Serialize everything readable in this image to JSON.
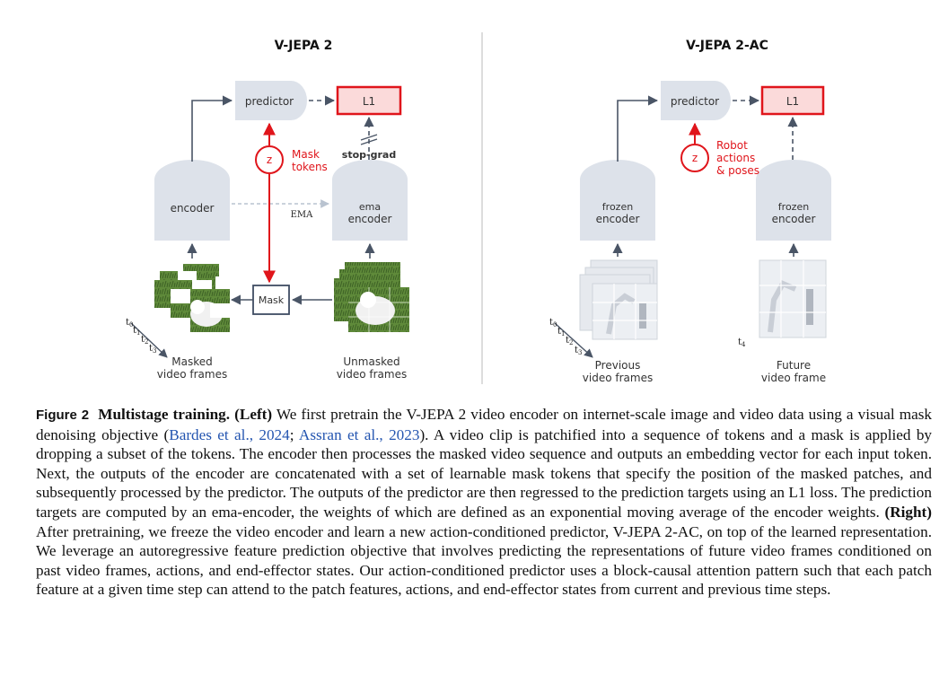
{
  "left_panel": {
    "title": "V-JEPA 2",
    "predictor": "predictor",
    "loss": "L1",
    "z": "z",
    "mask_tokens_1": "Mask",
    "mask_tokens_2": "tokens",
    "stop_grad": "stop-grad",
    "encoder": "encoder",
    "ema_link": "EMA",
    "ema_encoder_1": "ema",
    "ema_encoder_2": "encoder",
    "mask": "Mask",
    "masked_caption_1": "Masked",
    "masked_caption_2": "video frames",
    "unmasked_caption_1": "Unmasked",
    "unmasked_caption_2": "video frames"
  },
  "right_panel": {
    "title": "V-JEPA 2-AC",
    "predictor": "predictor",
    "loss": "L1",
    "z": "z",
    "robot_1": "Robot",
    "robot_2": "actions",
    "robot_3": "& poses",
    "frozen_1": "frozen",
    "frozen_2": "encoder",
    "prev_caption_1": "Previous",
    "prev_caption_2": "video frames",
    "future_caption_1": "Future",
    "future_caption_2": "video frame"
  },
  "time_labels": {
    "t0": "t",
    "t0_sub": "0",
    "t1": "t",
    "t1_sub": "1",
    "t2": "t",
    "t2_sub": "2",
    "t3": "t",
    "t3_sub": "3",
    "t4": "t",
    "t4_sub": "4"
  },
  "colors": {
    "block": "#dde2ea",
    "red": "#e0151b",
    "loss_fill": "#fbdada",
    "arrow": "#4a5566"
  },
  "caption": {
    "label": "Figure 2",
    "title": "Multistage training.",
    "left_tag": "(Left)",
    "p1": "We first pretrain the V-JEPA 2 video encoder on internet-scale image and video data using a visual mask denoising objective (",
    "cite1": "Bardes et al., 2024",
    "sep": "; ",
    "cite2": "Assran et al., 2023",
    "p2": "). A video clip is patchified into a sequence of tokens and a mask is applied by dropping a subset of the tokens. The encoder then processes the masked video sequence and outputs an embedding vector for each input token. Next, the outputs of the encoder are concatenated with a set of learnable mask tokens that specify the position of the masked patches, and subsequently processed by the predictor. The outputs of the predictor are then regressed to the prediction targets using an L1 loss. The prediction targets are computed by an ema-encoder, the weights of which are defined as an exponential moving average of the encoder weights.",
    "right_tag": "(Right)",
    "p3": "After pretraining, we freeze the video encoder and learn a new action-conditioned predictor, V-JEPA 2-AC, on top of the learned representation. We leverage an autoregressive feature prediction objective that involves predicting the representations of future video frames conditioned on past video frames, actions, and end-effector states. Our action-conditioned predictor uses a block-causal attention pattern such that each patch feature at a given time step can attend to the patch features, actions, and end-effector states from current and previous time steps."
  }
}
